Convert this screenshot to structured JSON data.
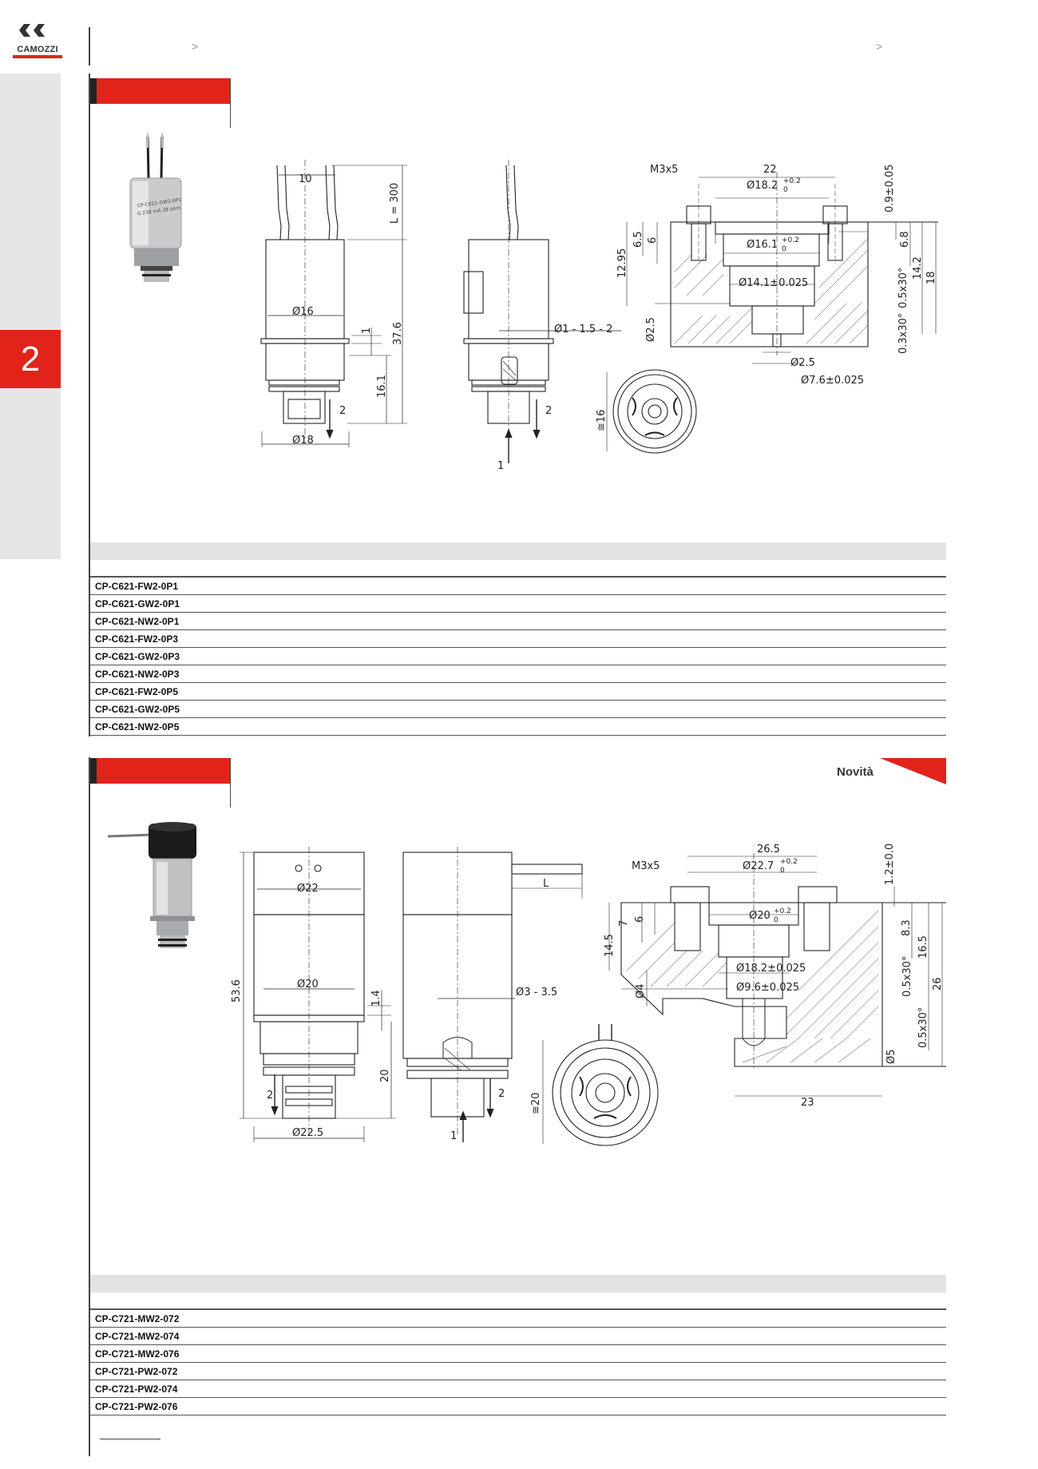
{
  "header": {
    "logo_text": "CAMOZZI",
    "crumb_left": ">",
    "crumb_right": ">"
  },
  "sidebar": {
    "chapter_number": "2"
  },
  "section1": {
    "drawing_labels": {
      "d10": "10",
      "l300": "L = 300",
      "d16": "Ø16",
      "d1": "1",
      "d376": "37.6",
      "d161": "16.1",
      "port2a": "2",
      "d18": "Ø18",
      "orifice": "Ø1 - 1.5 - 2",
      "port2b": "2",
      "port1": "1",
      "m3x5": "M3x5",
      "d22": "22",
      "d182": "Ø18.2",
      "tol182": "+0.2",
      "tol182b": "0",
      "d161b": "Ø16.1",
      "tol161": "+0.2",
      "tol161b": "0",
      "d141": "Ø14.1±0.025",
      "d25": "Ø2.5",
      "d25b": "Ø2.5",
      "d76": "Ø7.6±0.025",
      "d1295": "12.95",
      "d65": "6.5",
      "d6": "6",
      "d09": "0.9±0.05",
      "d68": "6.8",
      "d142": "14.2",
      "d18v": "18",
      "d05x30": "0.5x30°",
      "d03x30": "0.3x30°",
      "d316": "≅16"
    },
    "products": [
      "CP-C621-FW2-0P1",
      "CP-C621-GW2-0P1",
      "CP-C621-NW2-0P1",
      "CP-C621-FW2-0P3",
      "CP-C621-GW2-0P3",
      "CP-C621-NW2-0P3",
      "CP-C621-FW2-0P5",
      "CP-C621-GW2-0P5",
      "CP-C621-NW2-0P5"
    ]
  },
  "section2": {
    "badge": "Novità",
    "drawing_labels": {
      "d22": "Ø22",
      "d20": "Ø20",
      "d536": "53.6",
      "d14": "1.4",
      "d20v": "20",
      "port2a": "2",
      "d225": "Ø22.5",
      "dL": "L",
      "d335": "Ø3 - 3.5",
      "port2b": "2",
      "port1": "1",
      "d320": "≅20",
      "m3x5": "M3x5",
      "d265": "26.5",
      "d227": "Ø22.7",
      "tol227": "+0.2",
      "tol227b": "0",
      "d20b": "Ø20",
      "tol20": "+0.2",
      "tol20b": "0",
      "d182": "Ø18.2±0.025",
      "d96": "Ø9.6±0.025",
      "d4": "Ø4",
      "d145": "14.5",
      "d7": "7",
      "d6": "6",
      "d12": "1.2±0.05",
      "d83": "8.3",
      "d165": "16.5",
      "d26": "26",
      "d05x30a": "0.5x30°",
      "d05x30b": "0.5x30°",
      "d5": "Ø5",
      "d23": "23"
    },
    "products": [
      "CP-C721-MW2-072",
      "CP-C721-MW2-074",
      "CP-C721-MW2-076",
      "CP-C721-PW2-072",
      "CP-C721-PW2-074",
      "CP-C721-PW2-076"
    ]
  }
}
